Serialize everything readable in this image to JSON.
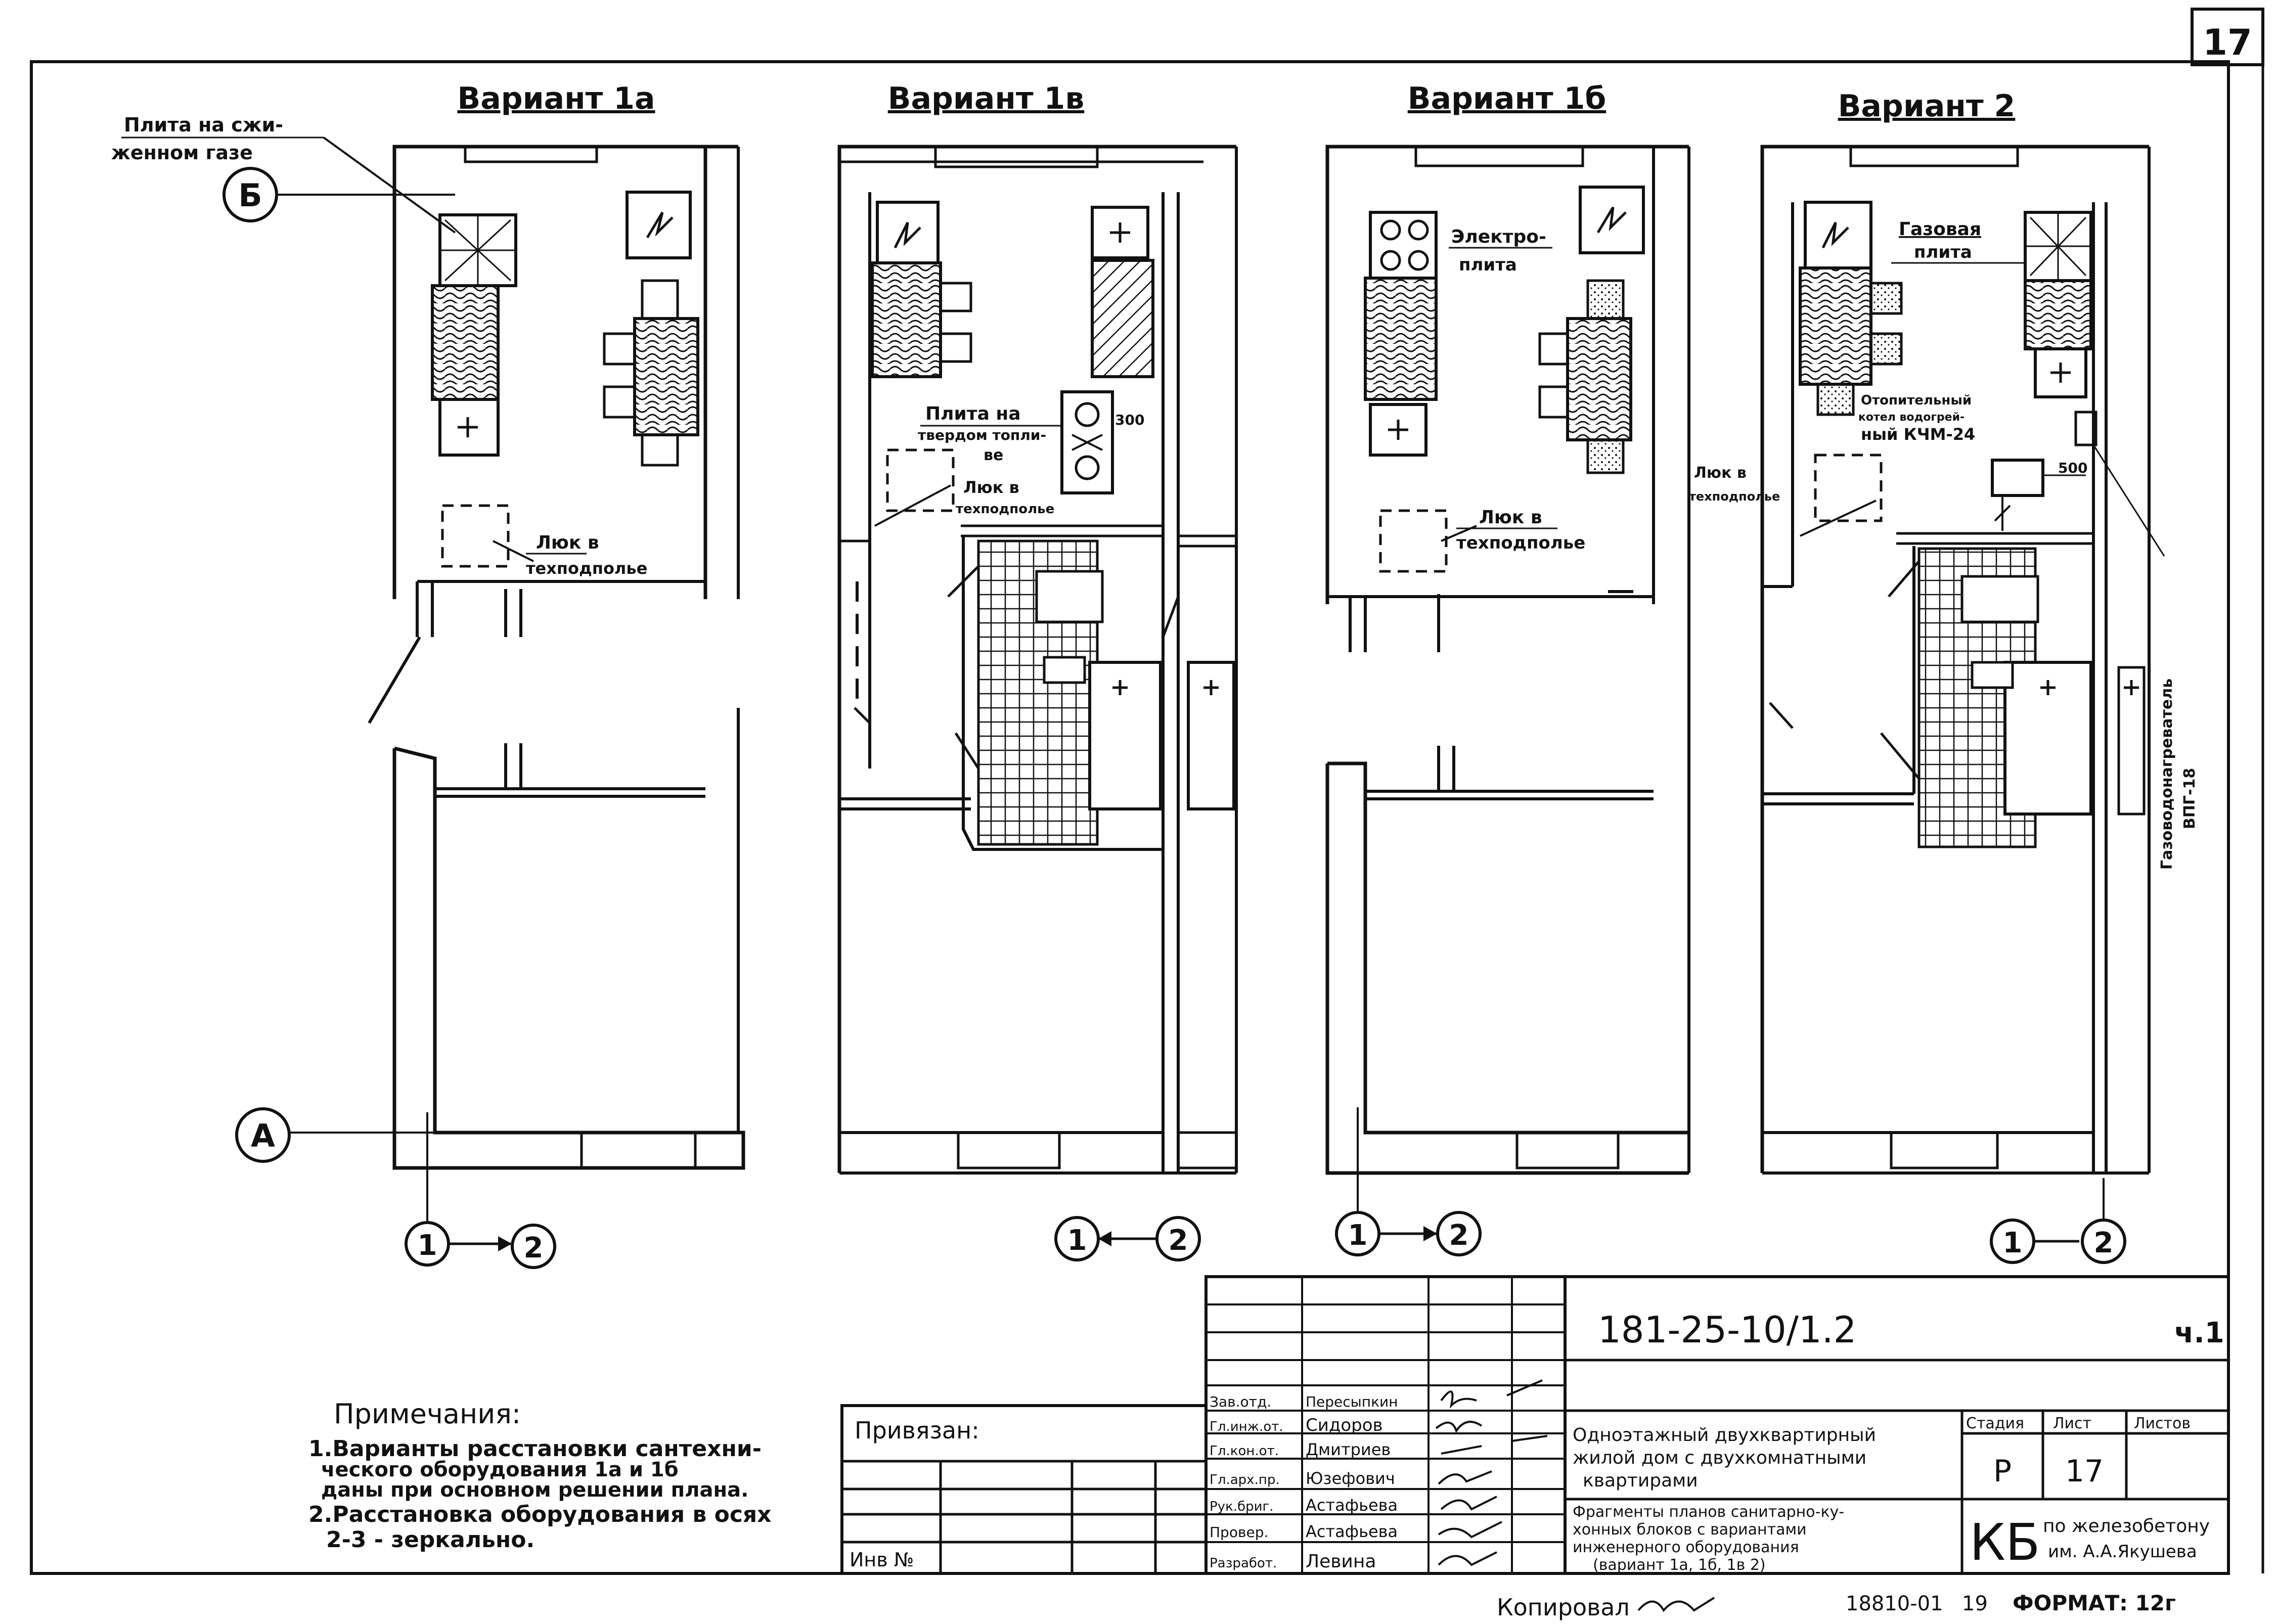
{
  "sheet": {
    "page_number": "17",
    "drawing_code": "181-25-10/1.2",
    "part": "ч.1",
    "stage_value": "Р",
    "sheet_value": "17",
    "copied_label": "Копировал",
    "inventory": "18810-01",
    "inventory_suffix": "19",
    "format": "ФОРМАТ: 12г"
  },
  "variants": [
    {
      "title": "Вариант 1а",
      "label_top": "Плита на сжи-",
      "label_bottom": "женном газе",
      "hatch_label_1": "Люк в",
      "hatch_label_2": "техподполье"
    },
    {
      "title": "Вариант 1в",
      "label_1": "Плита на",
      "label_2": "твердом топли-",
      "label_3": "ве",
      "hatch_label_1": "Люк в",
      "hatch_label_2": "техподполье",
      "dim": "300"
    },
    {
      "title": "Вариант 1б",
      "label_1": "Электро-",
      "label_2": "плита",
      "hatch_label_1": "Люк в",
      "hatch_label_2": "техподполье",
      "side_label_1": "Люк в",
      "side_label_2": "техподполье"
    },
    {
      "title": "Вариант 2",
      "label_1": "Газовая",
      "label_2": "плита",
      "boiler_1": "Отопительный",
      "boiler_2": "котел водогрей-",
      "boiler_3": "ный КЧМ-24",
      "dim": "500",
      "heater_1": "Газоводонагреватель",
      "heater_2": "ВПГ-18"
    }
  ],
  "axes": {
    "a": "А",
    "b": "Б",
    "one": "1",
    "two": "2"
  },
  "notes": {
    "title": "Примечания:",
    "lines": [
      "1.Варианты расстановки сантехни-",
      "ческого   оборудования  1а и 1б",
      "даны при основном решении плана.",
      "2.Расстановка  оборудования в осях",
      "2-3 - зеркально."
    ]
  },
  "binding": {
    "label": "Привязан:",
    "inventory_label": "Инв №"
  },
  "title_block": {
    "roles": [
      "Зав.отд.",
      "Гл.инж.от.",
      "Гл.кон.от.",
      "Гл.арх.пр.",
      "Рук.бриг.",
      "Провер.",
      "Разработ."
    ],
    "names": [
      "Пересыпкин",
      "Сидоров",
      "Дмитриев",
      "Юзефович",
      "Астафьева",
      "Астафьева",
      "Левина"
    ],
    "description": [
      "Одноэтажный двухквартирный",
      "жилой дом с двухкомнатными",
      "квартирами"
    ],
    "sheet_title": [
      "Фрагменты планов санитарно-ку-",
      "хонных блоков с вариантами",
      "инженерного   оборудования",
      "(вариант 1а, 1б, 1в 2)"
    ],
    "stage_label": "Стадия",
    "sheet_label": "Лист",
    "sheets_label": "Листов",
    "org_mark": "КБ",
    "org_1": "по железобетону",
    "org_2": "им. А.А.Якушева"
  }
}
